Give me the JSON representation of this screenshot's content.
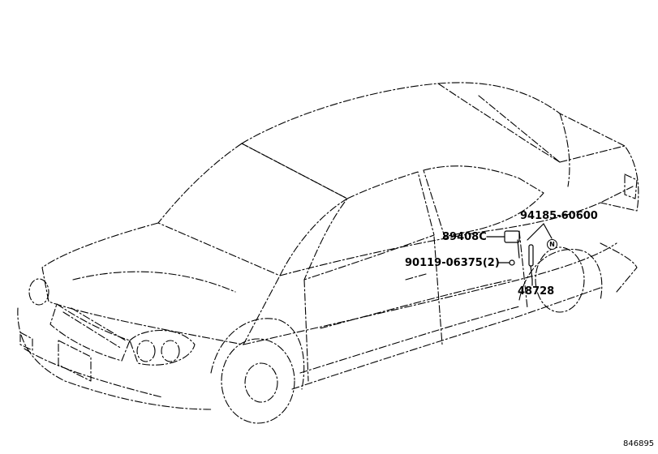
{
  "diagram": {
    "parts": [
      {
        "id": "p1",
        "label": "94185-60600"
      },
      {
        "id": "p2",
        "label": "89408C"
      },
      {
        "id": "p3",
        "label": "90119-06375(2)"
      },
      {
        "id": "p4",
        "label": "48728"
      }
    ],
    "marker": {
      "label": "N"
    },
    "reference_code": "846895"
  }
}
